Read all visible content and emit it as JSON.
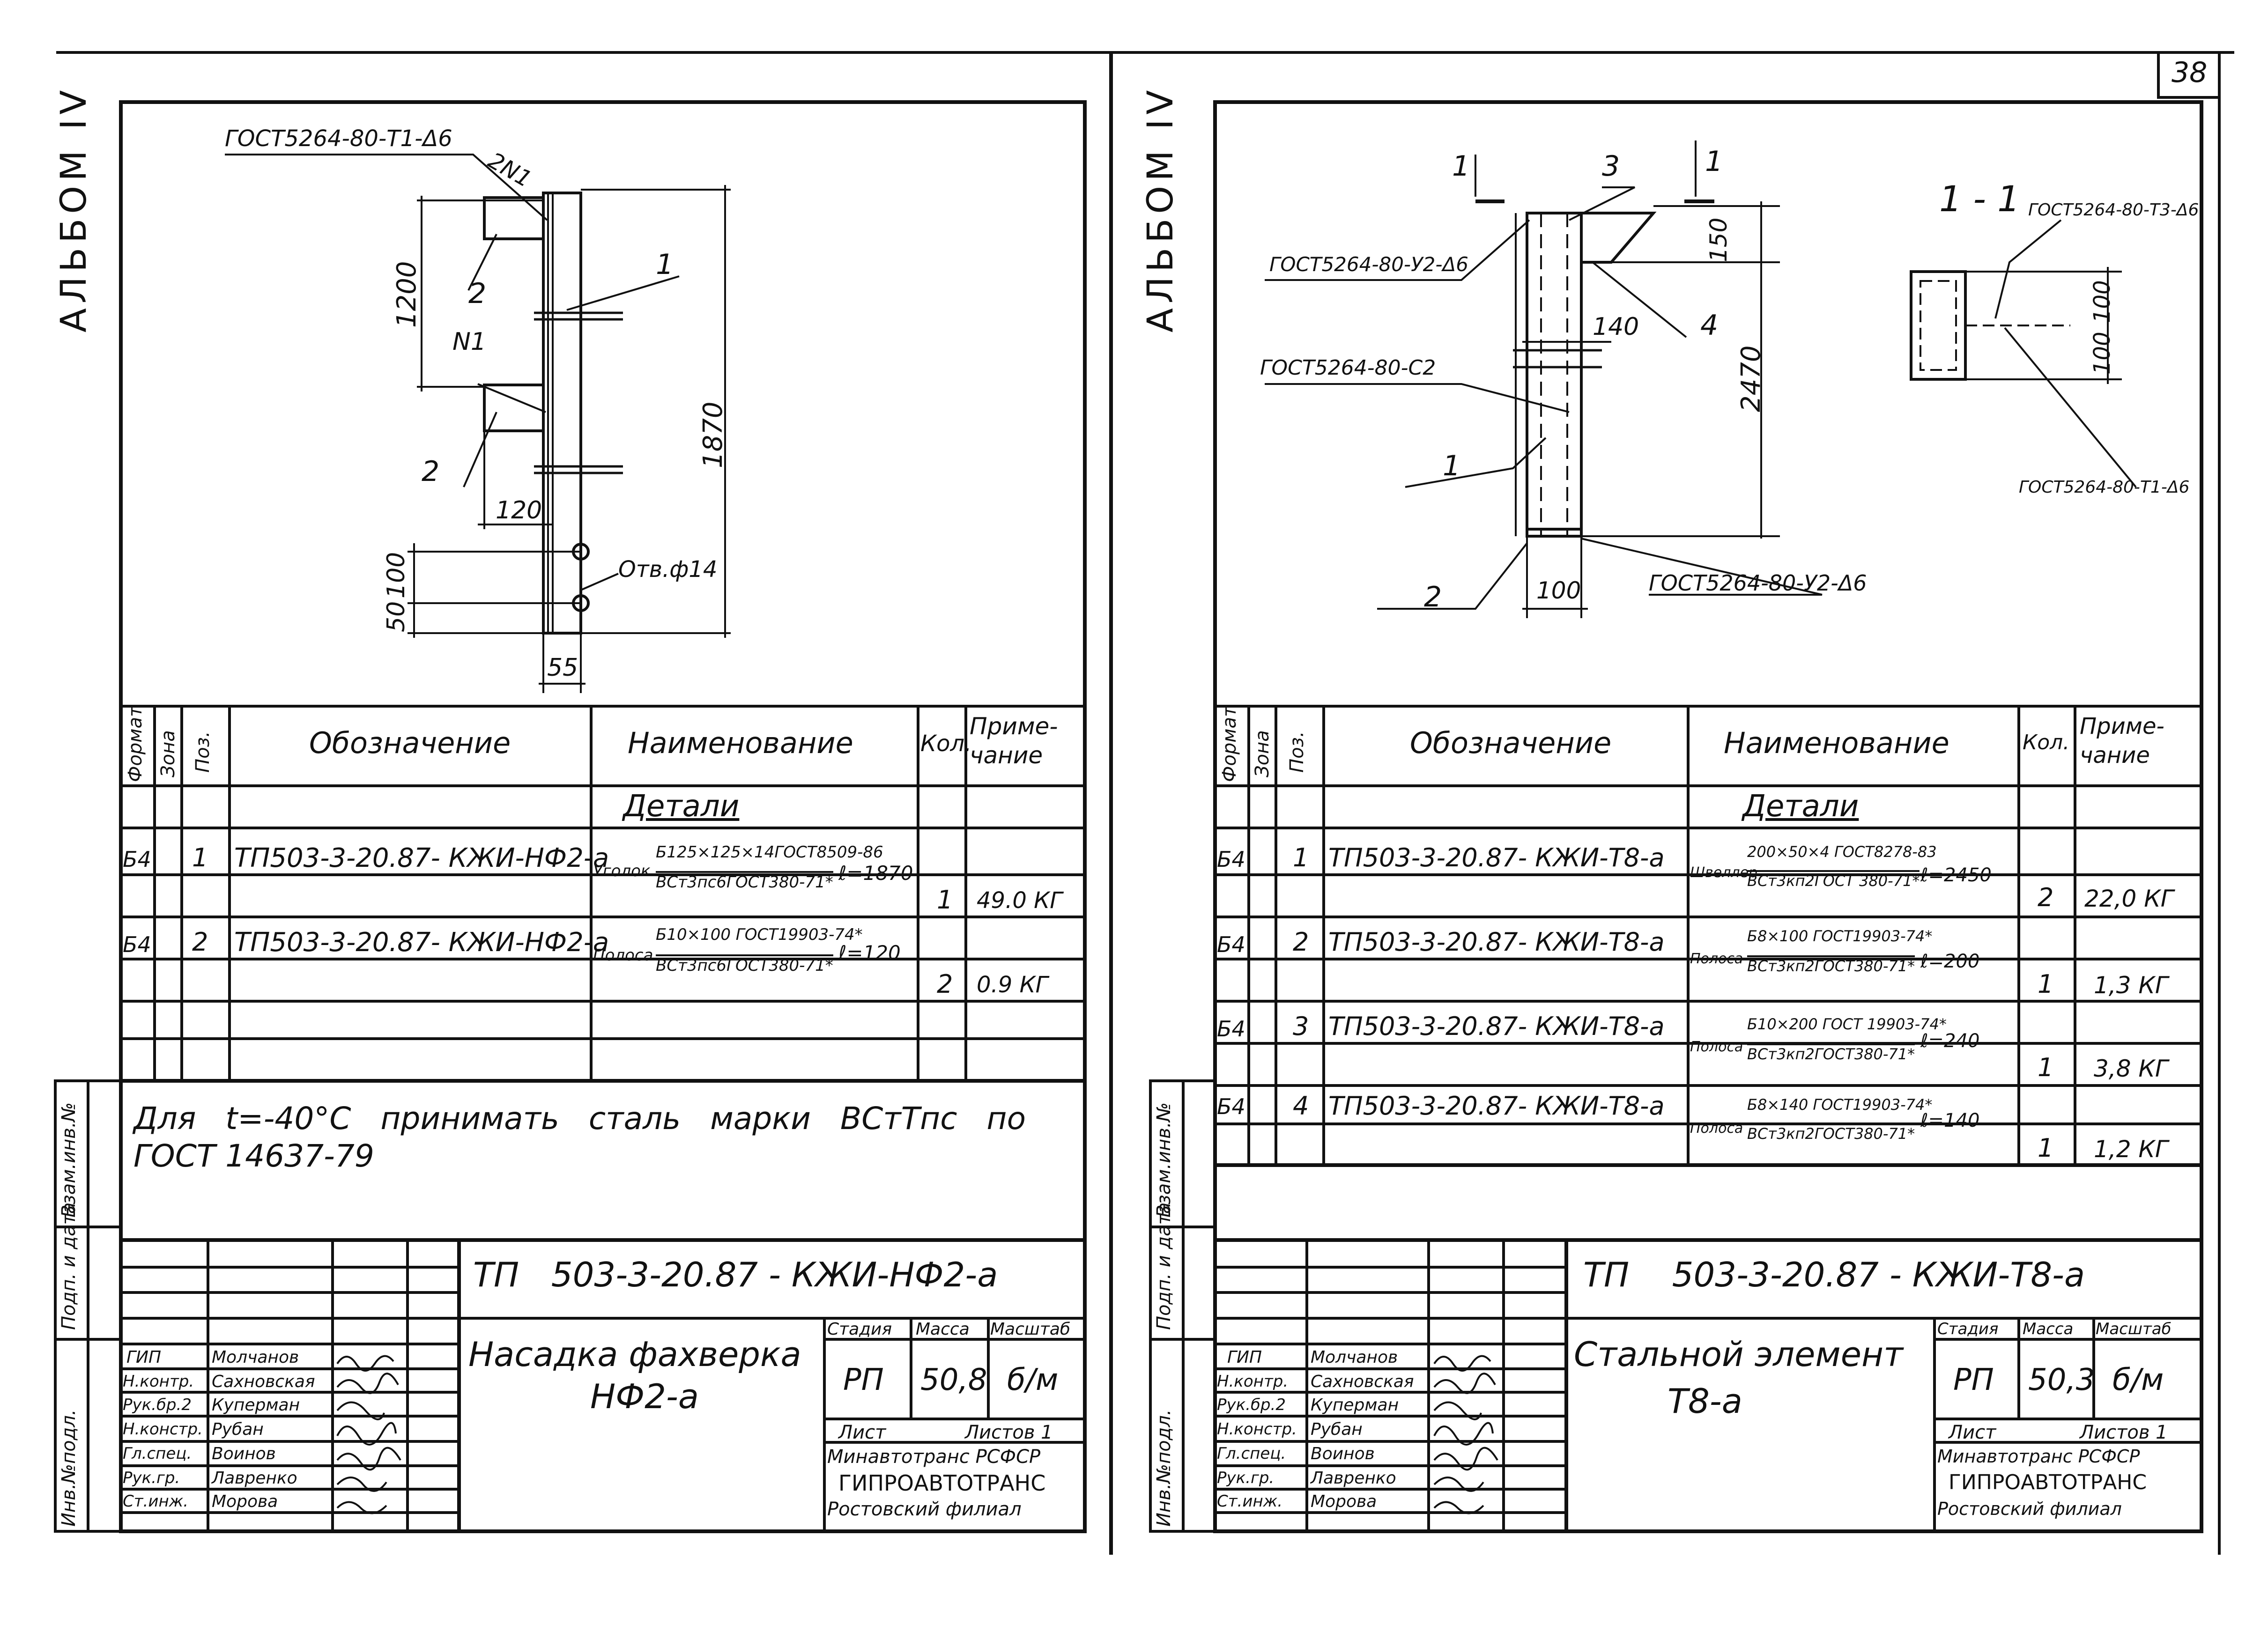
{
  "sheet_number": "38",
  "left": {
    "album": "АЛЬБОМ IV",
    "callouts": {
      "weld_top": "ГОСТ5264-80-Т1-Δ6",
      "mark_2n1": "2N1",
      "mark_n1": "N1",
      "pos1": "1",
      "pos2a": "2",
      "pos2b": "2",
      "hole": "Отв.ф14"
    },
    "dims": {
      "d1200": "1200",
      "d1870": "1870",
      "d120": "120",
      "d100": "100",
      "d50": "50",
      "d55": "55"
    },
    "table": {
      "headers": {
        "format": "Формат",
        "zone": "Зона",
        "pos": "Поз.",
        "designation": "Обозначение",
        "name": "Наименование",
        "qty": "Кол.",
        "note": "Приме-чание"
      },
      "section": "Детали",
      "rows": [
        {
          "format": "Б4",
          "pos": "1",
          "designation": "ТП503-3-20.87- КЖИ-НФ2-а",
          "name_prefix": "Уголок",
          "name_top": "Б125×125×14ГОСТ8509-86",
          "name_bottom": "ВСт3пс6ГОСТ380-71*",
          "length": "ℓ=1870",
          "qty": "1",
          "note": "49.0 КГ"
        },
        {
          "format": "Б4",
          "pos": "2",
          "designation": "ТП503-3-20.87- КЖИ-НФ2-а",
          "name_prefix": "Полоса",
          "name_top": "Б10×100 ГОСТ19903-74*",
          "name_bottom": "ВСт3пс6ГОСТ380-71*",
          "length": "ℓ=120",
          "qty": "2",
          "note": "0.9 КГ"
        }
      ]
    },
    "note_line1": "Для   t=-40°С   принимать   сталь   марки   ВСтТпс   по",
    "note_line2": "ГОСТ 14637-79",
    "side_labels": {
      "s1": "Взам.инв.№",
      "s2": "Подп. и дата",
      "s3": "Инв.№подл."
    },
    "title_block": {
      "code": "ТП   503-3-20.87 - КЖИ-НФ2-а",
      "title_line1": "Насадка  фахверка",
      "title_line2": "НФ2-а",
      "stage_label": "Стадия",
      "mass_label": "Масса",
      "scale_label": "Масштаб",
      "stage": "РП",
      "mass": "50,8",
      "scale": "б/м",
      "sheet_label": "Лист",
      "sheets_label": "Листов 1",
      "org1": "Минавтотранс РСФСР",
      "org2": "ГИПРОАВТОТРАНС",
      "org3": "Ростовский филиал",
      "signers": [
        {
          "role": "ГИП",
          "name": "Молчанов"
        },
        {
          "role": "Н.контр.",
          "name": "Сахновская"
        },
        {
          "role": "Рук.бр.2",
          "name": "Куперман"
        },
        {
          "role": "Н.констр.",
          "name": "Рубан"
        },
        {
          "role": "Гл.спец.",
          "name": "Воинов"
        },
        {
          "role": "Рук.гр.",
          "name": "Лавренко"
        },
        {
          "role": "Ст.инж.",
          "name": "Морова"
        }
      ]
    }
  },
  "right": {
    "album": "АЛЬБОМ IV",
    "callouts": {
      "sec_a": "1",
      "sec_b": "1",
      "pos3": "3",
      "weld_y2_top": "ГОСТ5264-80-У2-Δ6",
      "pos4": "4",
      "weld_c2": "ГОСТ5264-80-С2",
      "pos1": "1",
      "pos2": "2",
      "weld_y2_bot": "ГОСТ5264-80-У2-Δ6",
      "section_title": "1 - 1",
      "weld_t3": "ГОСТ5264-80-Т3-Δ6",
      "weld_t1": "ГОСТ5264-80-Т1-Δ6"
    },
    "dims": {
      "d150": "150",
      "d140": "140",
      "d2470": "2470",
      "d100b": "100",
      "d100s1": "100",
      "d100s2": "100"
    },
    "table": {
      "headers": {
        "format": "Формат",
        "zone": "Зона",
        "pos": "Поз.",
        "designation": "Обозначение",
        "name": "Наименование",
        "qty": "Кол.",
        "note": "Приме-чание"
      },
      "section": "Детали",
      "rows": [
        {
          "format": "Б4",
          "pos": "1",
          "designation": "ТП503-3-20.87- КЖИ-Т8-а",
          "name_prefix": "Швеллер",
          "name_top": "200×50×4 ГОСТ8278-83",
          "name_bottom": "ВСт3кп2ГОСТ 380-71*",
          "length": "ℓ=2450",
          "qty": "2",
          "note": "22,0 КГ"
        },
        {
          "format": "Б4",
          "pos": "2",
          "designation": "ТП503-3-20.87- КЖИ-Т8-а",
          "name_prefix": "Полоса",
          "name_top": "Б8×100 ГОСТ19903-74*",
          "name_bottom": "ВСт3кп2ГОСТ380-71*",
          "length": "ℓ=200",
          "qty": "1",
          "note": "1,3 КГ"
        },
        {
          "format": "Б4",
          "pos": "3",
          "designation": "ТП503-3-20.87- КЖИ-Т8-а",
          "name_prefix": "Полоса",
          "name_top": "Б10×200 ГОСТ 19903-74*",
          "name_bottom": "ВСт3кп2ГОСТ380-71*",
          "length": "ℓ=240",
          "qty": "1",
          "note": "3,8 КГ"
        },
        {
          "format": "Б4",
          "pos": "4",
          "designation": "ТП503-3-20.87- КЖИ-Т8-а",
          "name_prefix": "Полоса",
          "name_top": "Б8×140 ГОСТ19903-74*",
          "name_bottom": "ВСт3кп2ГОСТ380-71*",
          "length": "ℓ=140",
          "qty": "1",
          "note": "1,2 КГ"
        }
      ]
    },
    "side_labels": {
      "s1": "Взам.инв.№",
      "s2": "Подп. и дата",
      "s3": "Инв.№подл."
    },
    "title_block": {
      "code": "ТП    503-3-20.87 - КЖИ-Т8-а",
      "title_line1": "Стальной  элемент",
      "title_line2": "Т8-а",
      "stage_label": "Стадия",
      "mass_label": "Масса",
      "scale_label": "Масштаб",
      "stage": "РП",
      "mass": "50,3",
      "scale": "б/м",
      "sheet_label": "Лист",
      "sheets_label": "Листов 1",
      "org1": "Минавтотранс РСФСР",
      "org2": "ГИПРОАВТОТРАНС",
      "org3": "Ростовский филиал",
      "signers": [
        {
          "role": "ГИП",
          "name": "Молчанов"
        },
        {
          "role": "Н.контр.",
          "name": "Сахновская"
        },
        {
          "role": "Рук.бр.2",
          "name": "Куперман"
        },
        {
          "role": "Н.констр.",
          "name": "Рубан"
        },
        {
          "role": "Гл.спец.",
          "name": "Воинов"
        },
        {
          "role": "Рук.гр.",
          "name": "Лавренко"
        },
        {
          "role": "Ст.инж.",
          "name": "Морова"
        }
      ]
    }
  }
}
